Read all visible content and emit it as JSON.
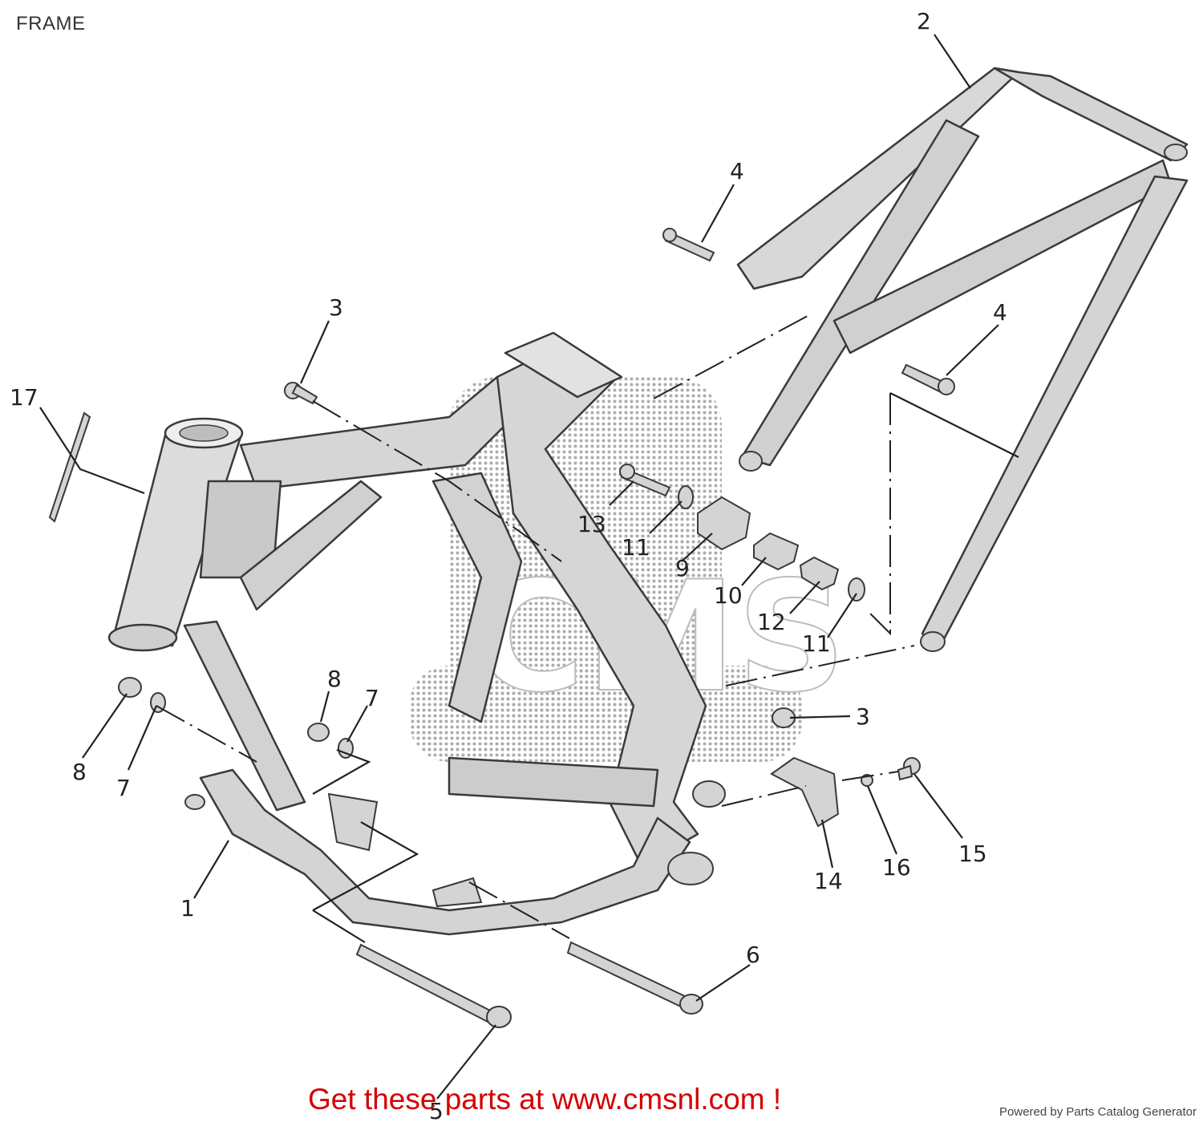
{
  "page": {
    "title": "FRAME",
    "cta_text": "Get these parts at www.cmsnl.com !",
    "credit": "Powered by Parts Catalog Generator",
    "watermark": "CMS"
  },
  "callouts": [
    {
      "id": "2",
      "label": "2"
    },
    {
      "id": "4a",
      "label": "4"
    },
    {
      "id": "3a",
      "label": "3"
    },
    {
      "id": "4b",
      "label": "4"
    },
    {
      "id": "17",
      "label": "17"
    },
    {
      "id": "13",
      "label": "13"
    },
    {
      "id": "11a",
      "label": "11"
    },
    {
      "id": "9",
      "label": "9"
    },
    {
      "id": "10",
      "label": "10"
    },
    {
      "id": "12",
      "label": "12"
    },
    {
      "id": "11b",
      "label": "11"
    },
    {
      "id": "8a",
      "label": "8"
    },
    {
      "id": "7a",
      "label": "7"
    },
    {
      "id": "8b",
      "label": "8"
    },
    {
      "id": "7b",
      "label": "7"
    },
    {
      "id": "3b",
      "label": "3"
    },
    {
      "id": "15",
      "label": "15"
    },
    {
      "id": "16",
      "label": "16"
    },
    {
      "id": "14",
      "label": "14"
    },
    {
      "id": "1",
      "label": "1"
    },
    {
      "id": "6",
      "label": "6"
    },
    {
      "id": "5",
      "label": "5"
    }
  ],
  "colors": {
    "part_fill": "#d4d4d4",
    "line": "#222222",
    "cta": "#d40000",
    "watermark": "#9a9a9a"
  }
}
